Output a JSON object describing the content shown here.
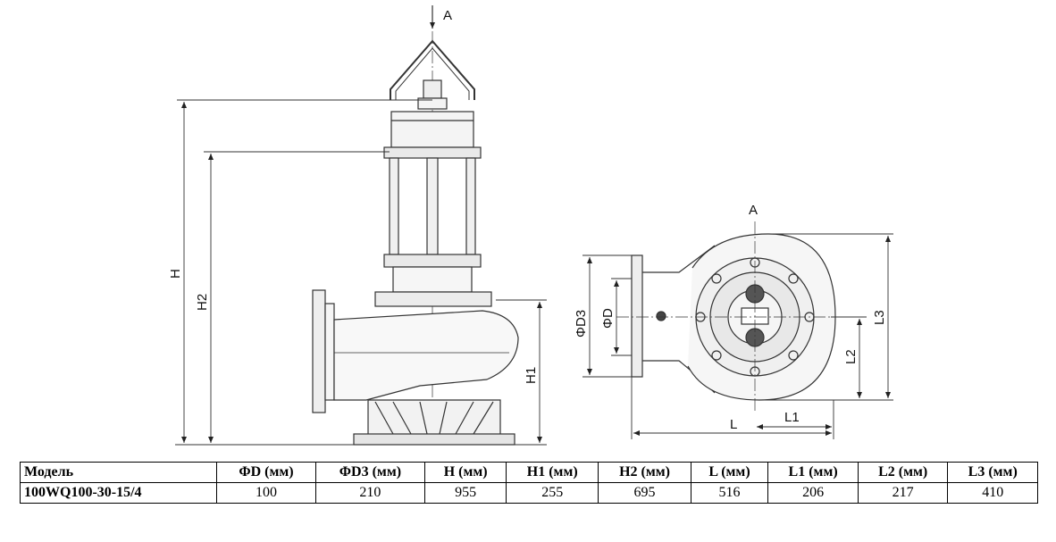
{
  "drawing": {
    "section_label_top": "A",
    "section_label_plan": "A",
    "dims_front": {
      "H": "H",
      "H1": "H1",
      "H2": "H2"
    },
    "dims_plan": {
      "D": "ΦD",
      "D3": "ΦD3",
      "L": "L",
      "L1": "L1",
      "L2": "L2",
      "L3": "L3"
    }
  },
  "table": {
    "headers": [
      "Модель",
      "ΦD (мм)",
      "ΦD3 (мм)",
      "H (мм)",
      "H1 (мм)",
      "H2 (мм)",
      "L (мм)",
      "L1 (мм)",
      "L2 (мм)",
      "L3 (мм)"
    ],
    "rows": [
      [
        "100WQ100-30-15/4",
        "100",
        "210",
        "955",
        "255",
        "695",
        "516",
        "206",
        "217",
        "410"
      ]
    ]
  }
}
